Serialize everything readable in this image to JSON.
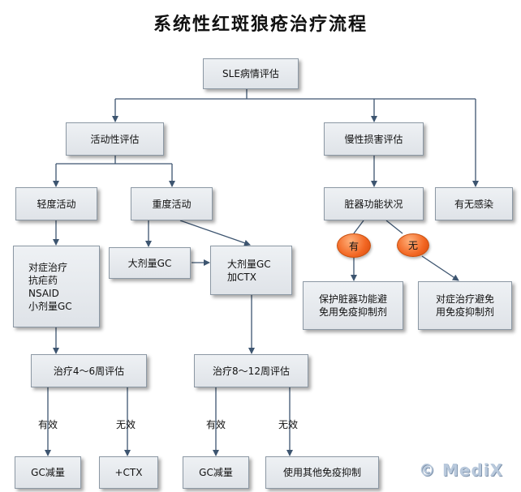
{
  "title": "系统性红斑狼疮治疗流程",
  "nodes": {
    "sle": "SLE病情评估",
    "activity": "活动性评估",
    "chronic": "慢性损害评估",
    "mild": "轻度活动",
    "severe": "重度活动",
    "organ": "脏器功能状况",
    "infection": "有无感染",
    "mild_treatment": [
      "对症治疗",
      "抗疟药",
      "NSAID",
      "小剂量GC"
    ],
    "high_gc": "大剂量GC",
    "high_gc_ctx": [
      "大剂量GC",
      "加CTX"
    ],
    "protect": [
      "保护脏器功能避",
      "免用免疫抑制剂"
    ],
    "symptomatic": [
      "对症治疗避免",
      "用免疫抑制剂"
    ],
    "eval_4_6": "治疗4～6周评估",
    "eval_8_12": "治疗8～12周评估",
    "gc_reduce_1": "GC减量",
    "ctx_add": "+CTX",
    "gc_reduce_2": "GC减量",
    "other_immuno": "使用其他免疫抑制"
  },
  "decisions": {
    "yes": "有",
    "no": "无"
  },
  "edge_labels": {
    "effective_1": "有效",
    "ineffective_1": "无效",
    "effective_2": "有效",
    "ineffective_2": "无效"
  },
  "watermark": "© MediX",
  "colors": {
    "line": "#3d5570",
    "box_border": "#8c98a4",
    "decision": "#f26622"
  }
}
